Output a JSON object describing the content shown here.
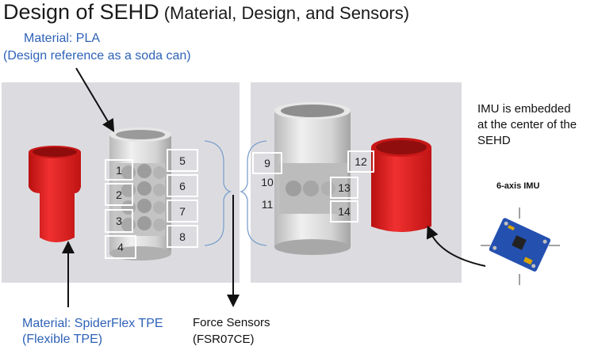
{
  "title": {
    "main": "Design of SEHD",
    "sub": " (Material, Design, and Sensors)"
  },
  "labels": {
    "material_pla": "Material: PLA",
    "design_reference": "(Design reference as a soda can)",
    "material_tpe": "Material: SpiderFlex TPE",
    "flexible_tpe": "(Flexible TPE)",
    "force_sensors": "Force Sensors",
    "sensor_model": "(FSR07CE)",
    "imu_line1": "IMU is embedded",
    "imu_line2": "at the center of the",
    "imu_line3": "SEHD",
    "imu_caption": "6-axis  IMU"
  },
  "sensors_left": [
    "1",
    "2",
    "3",
    "4",
    "5",
    "6",
    "7",
    "8"
  ],
  "sensors_right": [
    "9",
    "10",
    "11",
    "12",
    "13",
    "14"
  ],
  "colors": {
    "blue_text": "#2e62b8",
    "red_cap": "#e02020",
    "panel": "#dcdce0",
    "pcb": "#2450b0"
  }
}
